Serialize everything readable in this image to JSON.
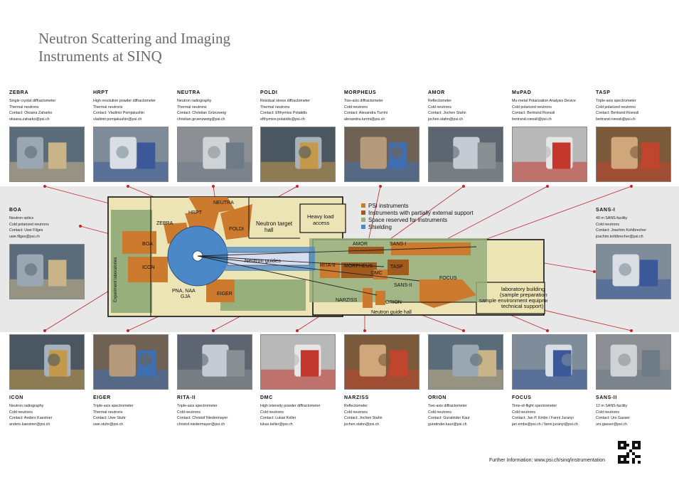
{
  "title": {
    "line1": "Neutron Scattering and Imaging",
    "line2": "Instruments at SINQ"
  },
  "top_cards": [
    {
      "name": "ZEBRA",
      "lines": [
        "Single crystal diffractometer",
        "Thermal neutrons",
        "Contact: Oksana Zaharko",
        "oksana.zaharko@psi.ch"
      ]
    },
    {
      "name": "HRPT",
      "lines": [
        "High resolution powder diffractometer",
        "Thermal neutrons",
        "Contact: Vladimir Pomjakushin",
        "vladimir.pomjakushin@psi.ch"
      ]
    },
    {
      "name": "NEUTRA",
      "lines": [
        "Neutron radiography",
        "Thermal neutrons",
        "Contact: Christian Grünzweig",
        "christian.gruenzweig@psi.ch"
      ]
    },
    {
      "name": "POLDI",
      "lines": [
        "Residual stress diffractometer",
        "Thermal neutrons",
        "Contact: Efthymios Polatidis",
        "efthymios.polatidis@psi.ch"
      ]
    },
    {
      "name": "MORPHEUS",
      "lines": [
        "Two-axis diffractometer",
        "Cold neutrons",
        "Contact: Alexandra Turrini",
        "alexandra.turrini@psi.ch"
      ]
    },
    {
      "name": "AMOR",
      "lines": [
        "Reflectometer",
        "Cold neutrons",
        "Contact: Jochen Stahn",
        "jochen.stahn@psi.ch"
      ]
    },
    {
      "name": "MuPAD",
      "lines": [
        "Mu-metal Polarization Analysis Device",
        "Cold polarized neutrons",
        "Contact: Bertrand Roessli",
        "bertrand.roessli@psi.ch"
      ]
    },
    {
      "name": "TASP",
      "lines": [
        "Triple-axis spectrometer",
        "Cold polarized neutrons",
        "Contact: Bertrand Roessli",
        "bertrand.roessli@psi.ch"
      ]
    }
  ],
  "side_cards": [
    {
      "name": "BOA",
      "lines": [
        "Neutron optics",
        "Cold polarized neutrons",
        "Contact: Uwe Filges",
        "uwe.filges@psi.ch"
      ]
    },
    {
      "name": "SANS-I",
      "lines": [
        "40 m SANS-facility",
        "Cold neutrons",
        "Contact: Joachim Kohlbrecher",
        "joachim.kohlbrecher@psi.ch"
      ]
    }
  ],
  "bottom_cards": [
    {
      "name": "ICON",
      "lines": [
        "Neutron radiography",
        "Cold neutrons",
        "Contact: Anders Kaestner",
        "anders.kaestner@psi.ch"
      ]
    },
    {
      "name": "EIGER",
      "lines": [
        "Triple-axis spectrometer",
        "Thermal neutrons",
        "Contact: Uwe Stuhr",
        "uwe.stuhr@psi.ch"
      ]
    },
    {
      "name": "RITA-II",
      "lines": [
        "Triple-axis spectrometer",
        "Cold neutrons",
        "Contact: Christof Niedermayer",
        "christof.niedermayer@psi.ch"
      ]
    },
    {
      "name": "DMC",
      "lines": [
        "High intensity powder diffractometer",
        "Cold neutrons",
        "Contact: Lukas Keller",
        "lukas.keller@psi.ch"
      ]
    },
    {
      "name": "NARZISS",
      "lines": [
        "Reflectometer",
        "Cold neutrons",
        "Contact: Jochen Stahn",
        "jochen.stahn@psi.ch"
      ]
    },
    {
      "name": "ORION",
      "lines": [
        "Two-axis diffractometer",
        "Cold neutrons",
        "Contact: Guratinder Kaur",
        "guratinder.kaur@psi.ch"
      ]
    },
    {
      "name": "FOCUS",
      "lines": [
        "Time-of-flight spectrometer",
        "Cold neutrons",
        "Contact: Jan P. Embs / Fanni Juranyi",
        "jan.embs@psi.ch / fanni.juranyi@psi.ch"
      ]
    },
    {
      "name": "SANS-II",
      "lines": [
        "12 m SANS-facility",
        "Cold neutrons",
        "Contact: Urs Gasser",
        "urs.gasser@psi.ch"
      ]
    }
  ],
  "map": {
    "legend": [
      "PSI instruments",
      "Instruments with partially external support",
      "Space reserved for instruments",
      "Shielding"
    ],
    "labels": {
      "exp_lab": "Experiment laboratories",
      "zebra": "ZEBRA",
      "hrpt": "HRPT",
      "neutra": "NEUTRA",
      "poldi": "POLDI",
      "boa": "BOA",
      "icon": "ICON",
      "pna": "PNA, NAA",
      "gja": "GJA",
      "eiger": "EIGER",
      "target1": "Neutron target",
      "target2": "hall",
      "heavy1": "Heavy load",
      "heavy2": "access",
      "guides": "Neutron guides",
      "amor": "AMOR",
      "sans1": "SANS-I",
      "rita": "RITA-II",
      "morpheus": "MORPHEUS",
      "dmc": "DMC",
      "tasp": "TASP",
      "focus": "FOCUS",
      "sans2": "SANS-II",
      "narziss": "NARZISS",
      "orion": "ORION",
      "guidehall": "Neutron guide hall",
      "lab1": "laboratory building",
      "lab2": "(sample preparation,",
      "lab3": "sample environment equipment,",
      "lab4": "technical support)"
    }
  },
  "footer": {
    "text": "Further Information: www.psi.ch/sinq/instrumentation"
  },
  "colors": {
    "psi": "#cc7a2e",
    "external": "#a2591e",
    "reserved": "#97ae7d",
    "shielding": "#4a88c8",
    "hall": "#ece4b4",
    "leader": "#c0262c"
  }
}
